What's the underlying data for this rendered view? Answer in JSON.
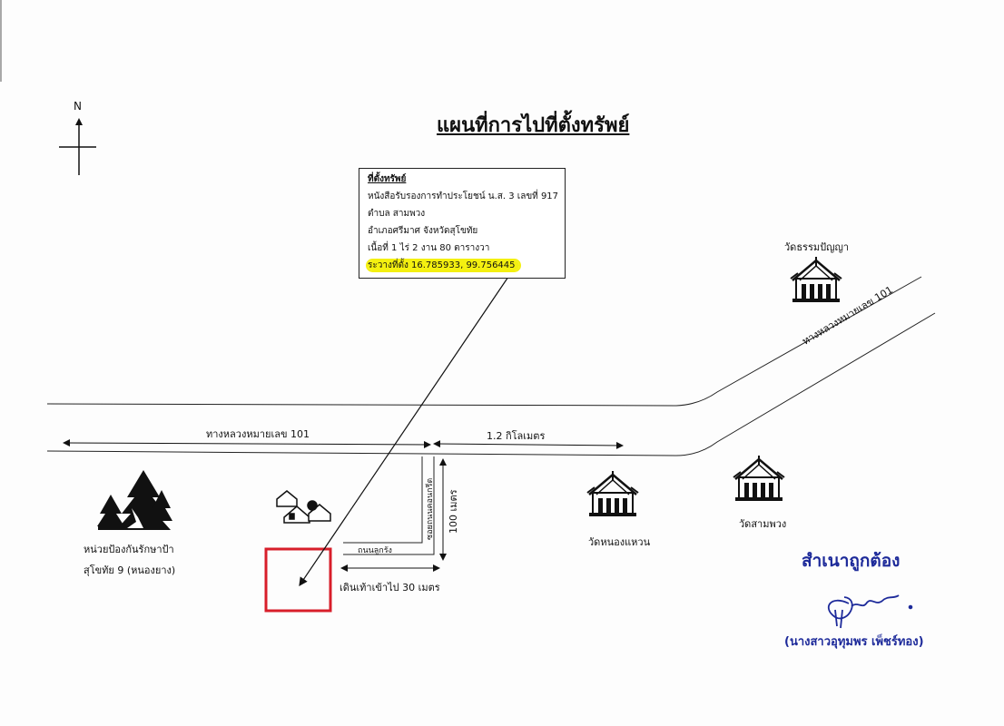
{
  "title": "แผนที่การไปที่ตั้งทรัพย์",
  "compass": {
    "north": "N"
  },
  "infobox": {
    "heading": "ที่ตั้งทรัพย์",
    "lines": [
      "หนังสือรับรองการทำประโยชน์ น.ส. 3 เลขที่ 917",
      "ตำบล สามพวง",
      "อำเภอศรีมาศ  จังหวัดสุโขทัย",
      "เนื้อที่ 1 ไร่  2 งาน  80 ตารางวา"
    ],
    "coordinates": "ระวางที่ตั้ง 16.785933, 99.756445",
    "highlight_color": "#f4f010"
  },
  "labels": {
    "highway_main": "ทางหลวงหมายเลข 101",
    "highway_diag": "ทางหลวงหมายเลข 101",
    "distance_km": "1.2 กิโลเมตร",
    "distance_100": "100 เมตร",
    "soi": "ซอยถนนคอนกรีต",
    "road_small": "ถนนลูกรัง",
    "walk": "เดินเท้าเข้าไป 30 เมตร",
    "forest_line1": "หน่วยป้องกันรักษาป้า",
    "forest_line2": "สุโขทัย 9 (หนองยาง)",
    "temple_1": "วัดธรรมปัญญา",
    "temple_2": "วัดหนองแหวน",
    "temple_3": "วัดสามพวง"
  },
  "stamp": {
    "certified": "สำเนาถูกต้อง",
    "signer": "(นางสาวอุทุมพร  เพ็ชร์ทอง)"
  },
  "icons": [
    "compass-icon",
    "forest-icon",
    "houses-icon",
    "temple-icon",
    "property-marker-icon",
    "signature-icon"
  ],
  "colors": {
    "property_border": "#d81e2a",
    "stamp_ink": "#1d2a9a",
    "ink": "#111111"
  }
}
